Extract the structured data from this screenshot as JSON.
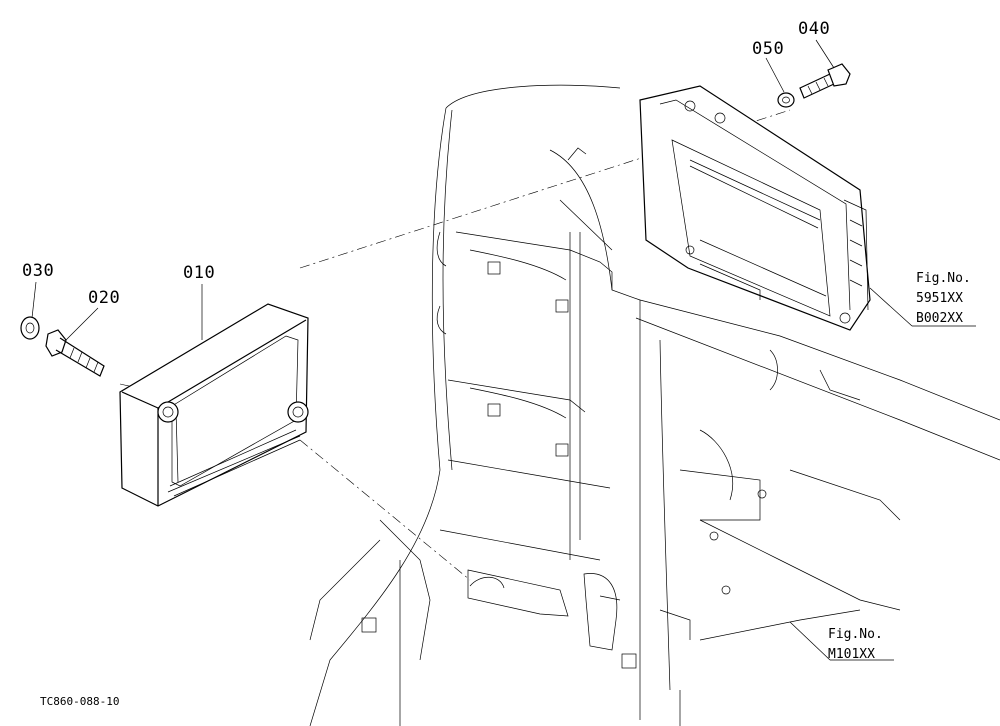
{
  "callouts": {
    "p010": "010",
    "p020": "020",
    "p030": "030",
    "p040": "040",
    "p050": "050"
  },
  "references": {
    "fig1_line1": "Fig.No.",
    "fig1_line2": "5951XX",
    "fig1_line3": "B002XX",
    "fig2_line1": "Fig.No.",
    "fig2_line2": "M101XX"
  },
  "drawing_code": "TC860-088-10",
  "colors": {
    "ink": "#000000",
    "paper": "#ffffff"
  }
}
